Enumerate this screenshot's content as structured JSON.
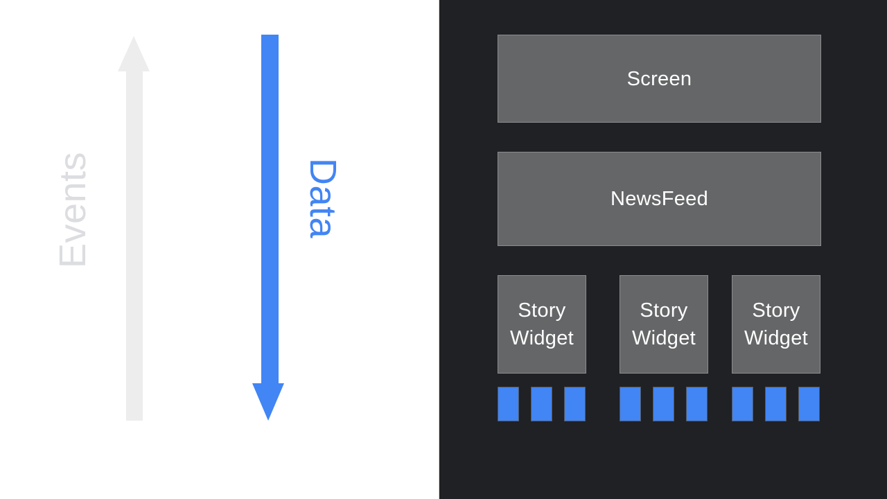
{
  "colors": {
    "page_bg": "#ffffff",
    "panel_bg": "#202124",
    "panel_edge": "#d8d2cd",
    "box_fill": "#656667",
    "box_border": "#8a8d90",
    "box_text": "#ffffff",
    "accent_blue": "#4285f4",
    "chip_border": "#55585c",
    "events_gray": "#dcdde0",
    "events_arrow_gray": "#ededee"
  },
  "flow_legend": {
    "events_label": "Events",
    "events_arrow_direction": "up",
    "data_label": "Data",
    "data_arrow_direction": "down"
  },
  "widget_tree": {
    "screen_label": "Screen",
    "newsfeed_label": "NewsFeed",
    "story_widgets": [
      {
        "label": "Story Widget",
        "data_chips": 3
      },
      {
        "label": "Story Widget",
        "data_chips": 3
      },
      {
        "label": "Story Widget",
        "data_chips": 3
      }
    ]
  }
}
